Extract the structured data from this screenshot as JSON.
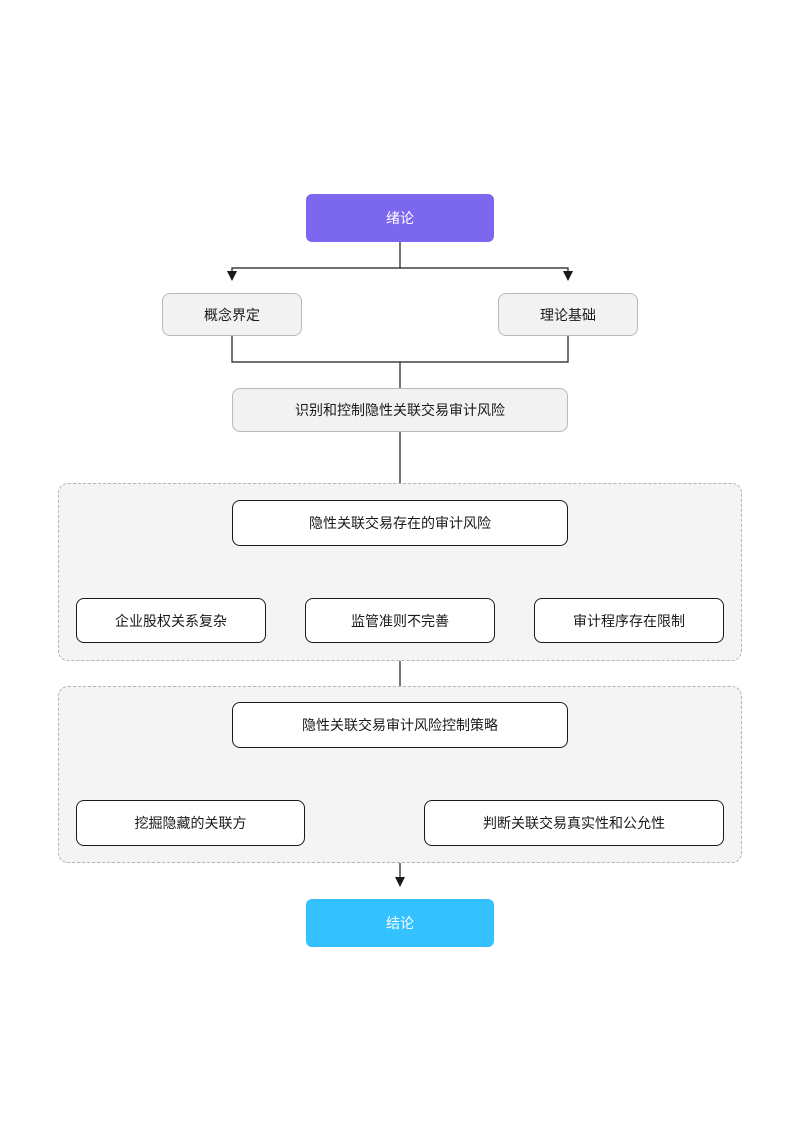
{
  "diagram": {
    "start": "绪论",
    "concept": "概念界定",
    "theory": "理论基础",
    "identify": "识别和控制隐性关联交易审计风险",
    "risk_group": {
      "title": "隐性关联交易存在的审计风险",
      "items": [
        "企业股权关系复杂",
        "监管准则不完善",
        "审计程序存在限制"
      ]
    },
    "strategy_group": {
      "title": "隐性关联交易审计风险控制策略",
      "items": [
        "挖掘隐藏的关联方",
        "判断关联交易真实性和公允性"
      ]
    },
    "end": "结论"
  },
  "colors": {
    "start_fill": "#7b68ee",
    "end_fill": "#33c1ff",
    "gray_fill": "#f2f2f2",
    "group_fill": "#f4f4f4",
    "line": "#1a1a1a"
  }
}
